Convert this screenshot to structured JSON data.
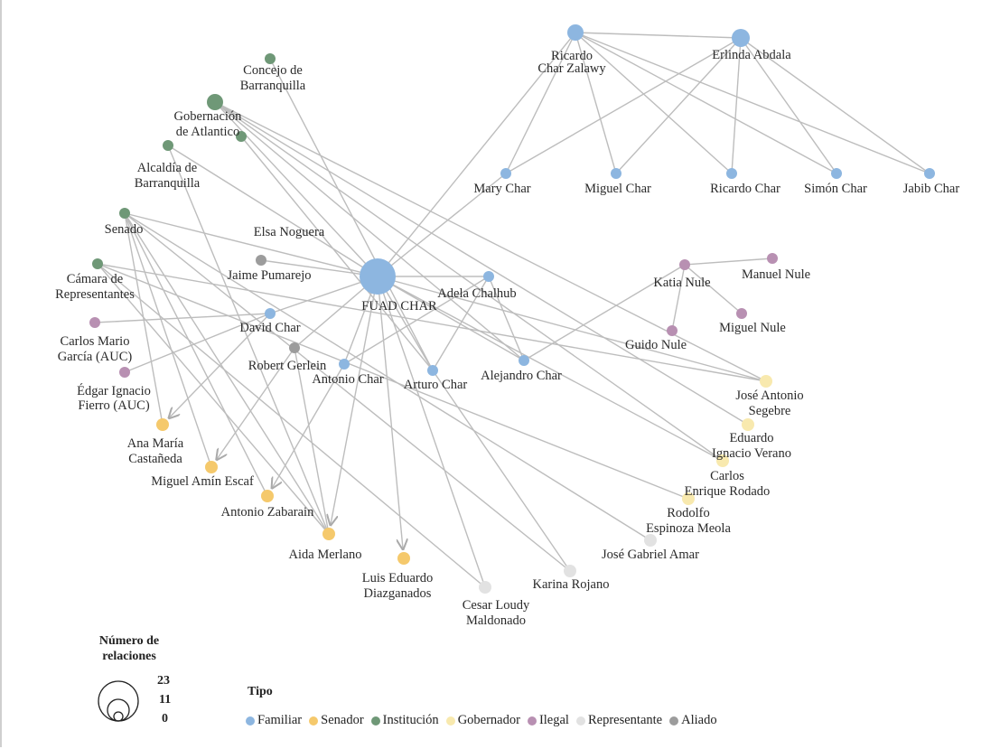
{
  "colors": {
    "Familiar": "#8db6e0",
    "Senador": "#f5c96c",
    "Institucion": "#6f9877",
    "Gobernador": "#f8e9ae",
    "Ilegal": "#b890b2",
    "Representante": "#e2e2e2",
    "Aliado": "#9c9c9c",
    "edge": "#bdbdbd"
  },
  "nodes": [
    {
      "id": "fuad",
      "name": "FUAD CHAR",
      "type": "Familiar"
    },
    {
      "id": "zalawy",
      "name": "Ricardo Char Zalawy",
      "type": "Familiar"
    },
    {
      "id": "erlinda",
      "name": "Erlinda Abdala",
      "type": "Familiar"
    },
    {
      "id": "mary",
      "name": "Mary Char",
      "type": "Familiar"
    },
    {
      "id": "miguelc",
      "name": "Miguel Char",
      "type": "Familiar"
    },
    {
      "id": "ricardoc",
      "name": "Ricardo Char",
      "type": "Familiar"
    },
    {
      "id": "simon",
      "name": "Simón Char",
      "type": "Familiar"
    },
    {
      "id": "jabib",
      "name": "Jabib Char",
      "type": "Familiar"
    },
    {
      "id": "concejo",
      "name": "Concejo de Barranquilla",
      "type": "Institucion"
    },
    {
      "id": "gober",
      "name": "Gobernación de Atlantico",
      "type": "Institucion"
    },
    {
      "id": "inst2",
      "name": "",
      "type": "Institucion"
    },
    {
      "id": "alcaldia",
      "name": "Alcaldía de Barranquilla",
      "type": "Institucion"
    },
    {
      "id": "senado",
      "name": "Senado",
      "type": "Institucion"
    },
    {
      "id": "camara",
      "name": "Cámara de Representantes",
      "type": "Institucion"
    },
    {
      "id": "elsa",
      "name": "Elsa Noguera",
      "type": "Aliado"
    },
    {
      "id": "jaime",
      "name": "Jaime Pumarejo",
      "type": "Aliado"
    },
    {
      "id": "adela",
      "name": "Adela Chalhub",
      "type": "Familiar"
    },
    {
      "id": "david",
      "name": "David Char",
      "type": "Familiar"
    },
    {
      "id": "carlosm",
      "name": "Carlos Mario García (AUC)",
      "type": "Ilegal"
    },
    {
      "id": "robert",
      "name": "Robert Gerlein",
      "type": "Aliado"
    },
    {
      "id": "antonioc",
      "name": "Antonio Char",
      "type": "Familiar"
    },
    {
      "id": "arturo",
      "name": "Arturo Char",
      "type": "Familiar"
    },
    {
      "id": "alejandro",
      "name": "Alejandro Char",
      "type": "Familiar"
    },
    {
      "id": "edgar",
      "name": "Édgar Ignacio Fierro (AUC)",
      "type": "Ilegal"
    },
    {
      "id": "katia",
      "name": "Katia Nule",
      "type": "Ilegal"
    },
    {
      "id": "manuel",
      "name": "Manuel Nule",
      "type": "Ilegal"
    },
    {
      "id": "miguelnule",
      "name": "Miguel Nule",
      "type": "Ilegal"
    },
    {
      "id": "guido",
      "name": "Guido Nule",
      "type": "Ilegal"
    },
    {
      "id": "segebre",
      "name": "José Antonio Segebre",
      "type": "Gobernador"
    },
    {
      "id": "verano",
      "name": "Eduardo Ignacio Verano",
      "type": "Gobernador"
    },
    {
      "id": "rodado",
      "name": "Carlos Enrique Rodado",
      "type": "Gobernador"
    },
    {
      "id": "rodolfo",
      "name": "Rodolfo Espinoza Meola",
      "type": "Gobernador"
    },
    {
      "id": "anamaria",
      "name": "Ana María Castañeda",
      "type": "Senador"
    },
    {
      "id": "miguelamin",
      "name": "Miguel Amín Escaf",
      "type": "Senador"
    },
    {
      "id": "zabarain",
      "name": "Antonio Zabarain",
      "type": "Senador"
    },
    {
      "id": "aida",
      "name": "Aida Merlano",
      "type": "Senador"
    },
    {
      "id": "luis",
      "name": "Luis Eduardo Diazganados",
      "type": "Senador"
    },
    {
      "id": "cesar",
      "name": "Cesar Loudy Maldonado",
      "type": "Representante"
    },
    {
      "id": "karina",
      "name": "Karina Rojano",
      "type": "Representante"
    },
    {
      "id": "amar",
      "name": "José Gabriel Amar",
      "type": "Representante"
    }
  ],
  "edges": [
    [
      "zalawy",
      "mary",
      false
    ],
    [
      "zalawy",
      "miguelc",
      false
    ],
    [
      "zalawy",
      "ricardoc",
      false
    ],
    [
      "zalawy",
      "simon",
      false
    ],
    [
      "zalawy",
      "jabib",
      false
    ],
    [
      "zalawy",
      "erlinda",
      false
    ],
    [
      "zalawy",
      "fuad",
      false
    ],
    [
      "erlinda",
      "mary",
      false
    ],
    [
      "erlinda",
      "miguelc",
      false
    ],
    [
      "erlinda",
      "ricardoc",
      false
    ],
    [
      "erlinda",
      "simon",
      false
    ],
    [
      "erlinda",
      "jabib",
      false
    ],
    [
      "katia",
      "manuel",
      false
    ],
    [
      "katia",
      "miguelnule",
      false
    ],
    [
      "katia",
      "guido",
      false
    ],
    [
      "katia",
      "alejandro",
      false
    ],
    [
      "gober",
      "segebre",
      false
    ],
    [
      "gober",
      "verano",
      false
    ],
    [
      "gober",
      "rodado",
      false
    ],
    [
      "gober",
      "alejandro",
      false
    ],
    [
      "gober",
      "fuad",
      false
    ],
    [
      "inst2",
      "arturo",
      false
    ],
    [
      "concejo",
      "arturo",
      false
    ],
    [
      "alcaldia",
      "fuad",
      false
    ],
    [
      "alcaldia",
      "aida",
      false
    ],
    [
      "senado",
      "fuad",
      false
    ],
    [
      "senado",
      "anamaria",
      false
    ],
    [
      "senado",
      "miguelamin",
      false
    ],
    [
      "senado",
      "zabarain",
      false
    ],
    [
      "senado",
      "aida",
      false
    ],
    [
      "senado",
      "amar",
      false
    ],
    [
      "senado",
      "karina",
      false
    ],
    [
      "camara",
      "segebre",
      false
    ],
    [
      "camara",
      "cesar",
      false
    ],
    [
      "camara",
      "rodolfo",
      false
    ],
    [
      "camara",
      "aida",
      false
    ],
    [
      "carlosm",
      "david",
      false
    ],
    [
      "edgar",
      "david",
      false
    ],
    [
      "david",
      "fuad",
      false
    ],
    [
      "david",
      "anamaria",
      true
    ],
    [
      "robert",
      "miguelamin",
      true
    ],
    [
      "robert",
      "aida",
      false
    ],
    [
      "antonioc",
      "adela",
      false
    ],
    [
      "antonioc",
      "zabarain",
      true
    ],
    [
      "arturo",
      "adela",
      false
    ],
    [
      "arturo",
      "karina",
      false
    ],
    [
      "fuad",
      "aida",
      true
    ],
    [
      "fuad",
      "luis",
      true
    ],
    [
      "fuad",
      "cesar",
      false
    ],
    [
      "fuad",
      "mary",
      false
    ],
    [
      "fuad",
      "alejandro",
      false
    ],
    [
      "fuad",
      "arturo",
      false
    ],
    [
      "fuad",
      "antonioc",
      false
    ],
    [
      "fuad",
      "adela",
      false
    ],
    [
      "fuad",
      "jaime",
      false
    ],
    [
      "fuad",
      "robert",
      false
    ],
    [
      "fuad",
      "rodado",
      false
    ],
    [
      "fuad",
      "segebre",
      false
    ],
    [
      "adela",
      "alejandro",
      false
    ]
  ],
  "legend": {
    "size_title": "Número de relaciones",
    "size_values": [
      "23",
      "11",
      "0"
    ],
    "type_title": "Tipo",
    "types": [
      {
        "key": "Familiar",
        "label": "Familiar"
      },
      {
        "key": "Senador",
        "label": "Senador"
      },
      {
        "key": "Institucion",
        "label": "Institución"
      },
      {
        "key": "Gobernador",
        "label": "Gobernador"
      },
      {
        "key": "Ilegal",
        "label": "Ilegal"
      },
      {
        "key": "Representante",
        "label": "Representante"
      },
      {
        "key": "Aliado",
        "label": "Aliado"
      }
    ]
  }
}
